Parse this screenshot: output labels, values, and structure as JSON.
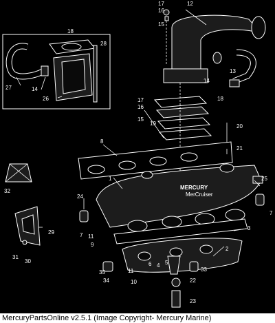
{
  "callouts": [
    "1",
    "2",
    "3",
    "4",
    "5",
    "6",
    "7",
    "7",
    "8",
    "9",
    "10",
    "11",
    "11",
    "12",
    "13",
    "14",
    "14",
    "15",
    "15",
    "16",
    "16",
    "17",
    "17",
    "18",
    "18",
    "19",
    "20",
    "21",
    "22",
    "23",
    "24",
    "25",
    "26",
    "27",
    "28",
    "29",
    "30",
    "31",
    "32",
    "33",
    "34",
    "35"
  ],
  "logo": {
    "brand": "MERCURY",
    "sub": "MerCruiser"
  },
  "footer": "MercuryPartsOnline v2.5.1 (Image Copyright- Mercury Marine)"
}
